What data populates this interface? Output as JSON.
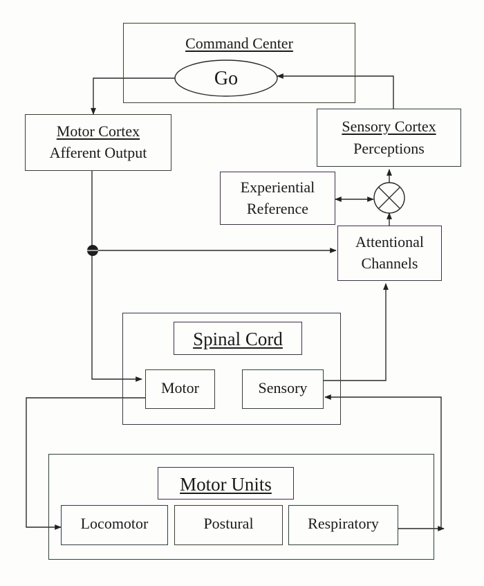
{
  "command_center": {
    "title": "Command Center",
    "go": "Go"
  },
  "motor_cortex": {
    "line1": "Motor Cortex",
    "line2": "Afferent Output"
  },
  "sensory_cortex": {
    "line1": "Sensory Cortex",
    "line2": "Perceptions"
  },
  "experiential": {
    "line1": "Experiential",
    "line2": "Reference"
  },
  "attentional": {
    "line1": "Attentional",
    "line2": "Channels"
  },
  "spinal_cord": {
    "title": "Spinal Cord",
    "motor": "Motor",
    "sensory": "Sensory"
  },
  "motor_units": {
    "title": "Motor Units",
    "locomotor": "Locomotor",
    "postural": "Postural",
    "respiratory": "Respiratory"
  }
}
